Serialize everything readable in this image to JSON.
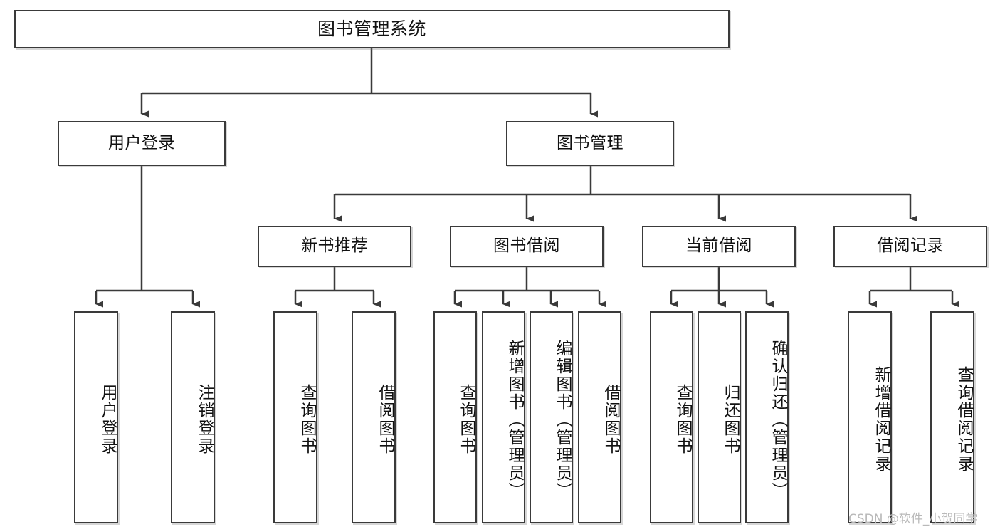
{
  "diagram": {
    "type": "tree-hierarchy-chart",
    "title": "图书管理系统",
    "watermark": "CSDN @软件_小贺同学",
    "colors": {
      "box_border": "#3a3a3a",
      "box_fill": "#ffffff",
      "connector": "#3a3a3a",
      "text": "#111111",
      "watermark": "#b9b9b9",
      "background": "#ffffff"
    },
    "nodes": {
      "root": {
        "label": "图书管理系统",
        "orientation": "horizontal"
      },
      "level2": [
        {
          "label": "用户登录",
          "orientation": "horizontal"
        },
        {
          "label": "图书管理",
          "orientation": "horizontal"
        }
      ],
      "level3": [
        {
          "label": "新书推荐",
          "orientation": "horizontal"
        },
        {
          "label": "图书借阅",
          "orientation": "horizontal"
        },
        {
          "label": "当前借阅",
          "orientation": "horizontal"
        },
        {
          "label": "借阅记录",
          "orientation": "horizontal"
        }
      ],
      "leaves_user_login": [
        {
          "label": "用户登录",
          "orientation": "vertical"
        },
        {
          "label": "注销登录",
          "orientation": "vertical"
        }
      ],
      "leaves_new_book": [
        {
          "label": "查询图书",
          "orientation": "vertical"
        },
        {
          "label": "借阅图书",
          "orientation": "vertical"
        }
      ],
      "leaves_borrow": [
        {
          "label": "查询图书",
          "orientation": "vertical"
        },
        {
          "label": "新增图书（管理员）",
          "orientation": "vertical"
        },
        {
          "label": "编辑图书（管理员）",
          "orientation": "vertical"
        },
        {
          "label": "借阅图书",
          "orientation": "vertical"
        }
      ],
      "leaves_current": [
        {
          "label": "查询图书",
          "orientation": "vertical"
        },
        {
          "label": "归还图书",
          "orientation": "vertical"
        },
        {
          "label": "确认归还（管理员）",
          "orientation": "vertical"
        }
      ],
      "leaves_records": [
        {
          "label": "新增借阅记录",
          "orientation": "vertical"
        },
        {
          "label": "查询借阅记录",
          "orientation": "vertical"
        }
      ]
    }
  }
}
